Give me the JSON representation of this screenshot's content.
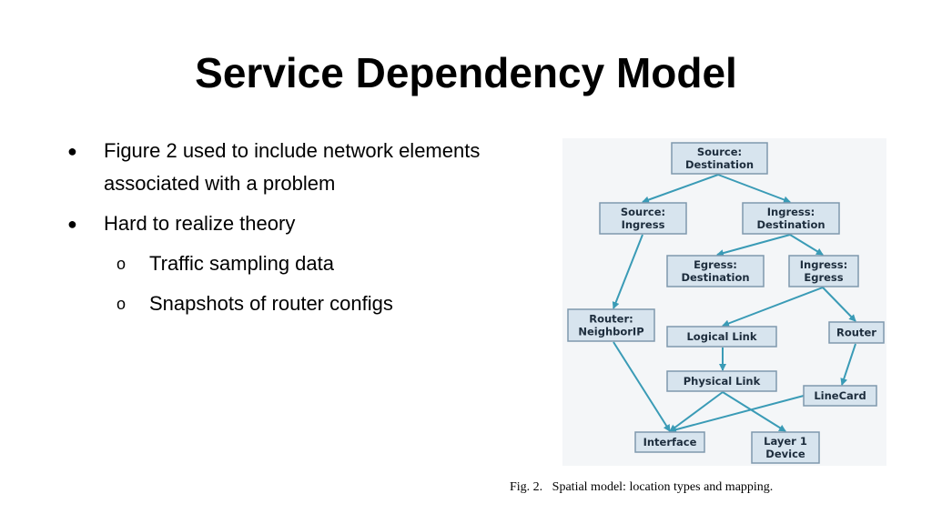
{
  "slide": {
    "title": "Service Dependency Model",
    "bullets": [
      {
        "level": 1,
        "text": "Figure 2 used to include network elements associated with a problem"
      },
      {
        "level": 1,
        "text": "Hard to realize theory"
      },
      {
        "level": 2,
        "text": "Traffic sampling data"
      },
      {
        "level": 2,
        "text": "Snapshots of router configs"
      }
    ]
  },
  "figure": {
    "caption": "Fig. 2.   Spatial model: location types and mapping.",
    "colors": {
      "box_fill": "#d7e4ee",
      "box_border": "#7f98ad",
      "arrow": "#3a9bb6",
      "panel": "#f4f6f8"
    },
    "nodes": [
      {
        "id": "src-dst",
        "lines": [
          "Source:",
          "Destination"
        ]
      },
      {
        "id": "src-ing",
        "lines": [
          "Source:",
          "Ingress"
        ]
      },
      {
        "id": "ing-dst",
        "lines": [
          "Ingress:",
          "Destination"
        ]
      },
      {
        "id": "egr-dst",
        "lines": [
          "Egress:",
          "Destination"
        ]
      },
      {
        "id": "ing-egr",
        "lines": [
          "Ingress:",
          "Egress"
        ]
      },
      {
        "id": "router-nbr",
        "lines": [
          "Router:",
          "NeighborIP"
        ]
      },
      {
        "id": "logical-link",
        "lines": [
          "Logical Link"
        ]
      },
      {
        "id": "router",
        "lines": [
          "Router"
        ]
      },
      {
        "id": "physical-link",
        "lines": [
          "Physical Link"
        ]
      },
      {
        "id": "linecard",
        "lines": [
          "LineCard"
        ]
      },
      {
        "id": "interface",
        "lines": [
          "Interface"
        ]
      },
      {
        "id": "layer1",
        "lines": [
          "Layer 1",
          "Device"
        ]
      }
    ],
    "edges": [
      [
        "src-dst",
        "src-ing"
      ],
      [
        "src-dst",
        "ing-dst"
      ],
      [
        "src-ing",
        "router-nbr"
      ],
      [
        "ing-dst",
        "egr-dst"
      ],
      [
        "ing-dst",
        "ing-egr"
      ],
      [
        "ing-egr",
        "logical-link"
      ],
      [
        "ing-egr",
        "router"
      ],
      [
        "logical-link",
        "physical-link"
      ],
      [
        "router",
        "linecard"
      ],
      [
        "router-nbr",
        "interface"
      ],
      [
        "physical-link",
        "interface"
      ],
      [
        "physical-link",
        "layer1"
      ],
      [
        "linecard",
        "interface"
      ]
    ]
  }
}
